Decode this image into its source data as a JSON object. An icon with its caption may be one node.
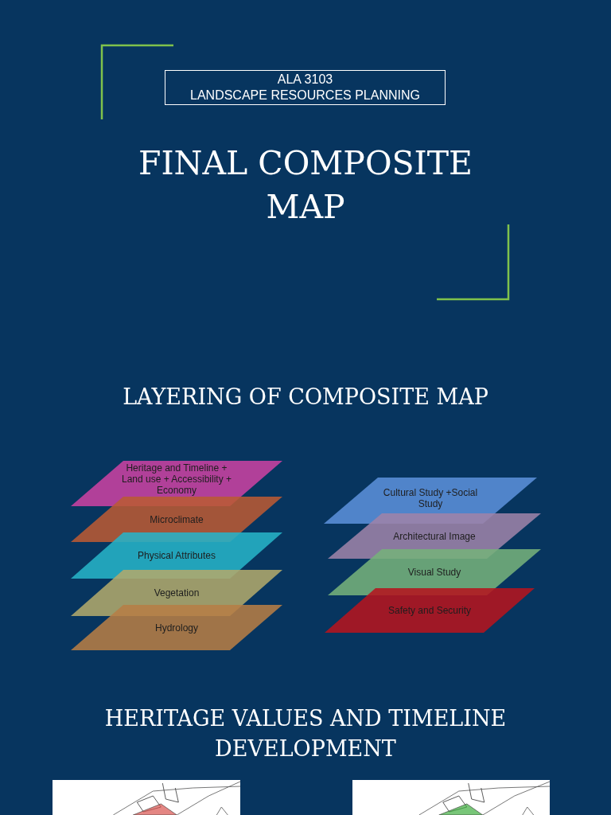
{
  "diagram": {
    "title": "FINAL COMPOSITE MAP",
    "nodes": [
      {
        "text": [
          "ALA 3103",
          "LANDSCAPE RESOURCES PLANNING"
        ]
      },
      {
        "text": [
          "Heritage and Timeline + Land use + Accessibility + Economy"
        ]
      },
      {
        "text": [
          "Microclimate"
        ]
      },
      {
        "text": [
          "Physical Attributes"
        ]
      },
      {
        "text": [
          "Vegetation"
        ]
      },
      {
        "text": [
          "Hydrology"
        ]
      },
      {
        "text": [
          "Cultural Study +Social Study"
        ]
      },
      {
        "text": [
          "Architectural Image"
        ]
      },
      {
        "text": [
          "Visual Study"
        ]
      },
      {
        "text": [
          "Safety and Security"
        ]
      },
      {
        "text": [],
        "shape": "picture"
      },
      {
        "text": [],
        "shape": "picture"
      }
    ],
    "edges": [],
    "labels": [
      "LAYERING OF COMPOSITE MAP",
      "HERITAGE VALUES AND TIMELINE DEVELOPMENT"
    ]
  }
}
